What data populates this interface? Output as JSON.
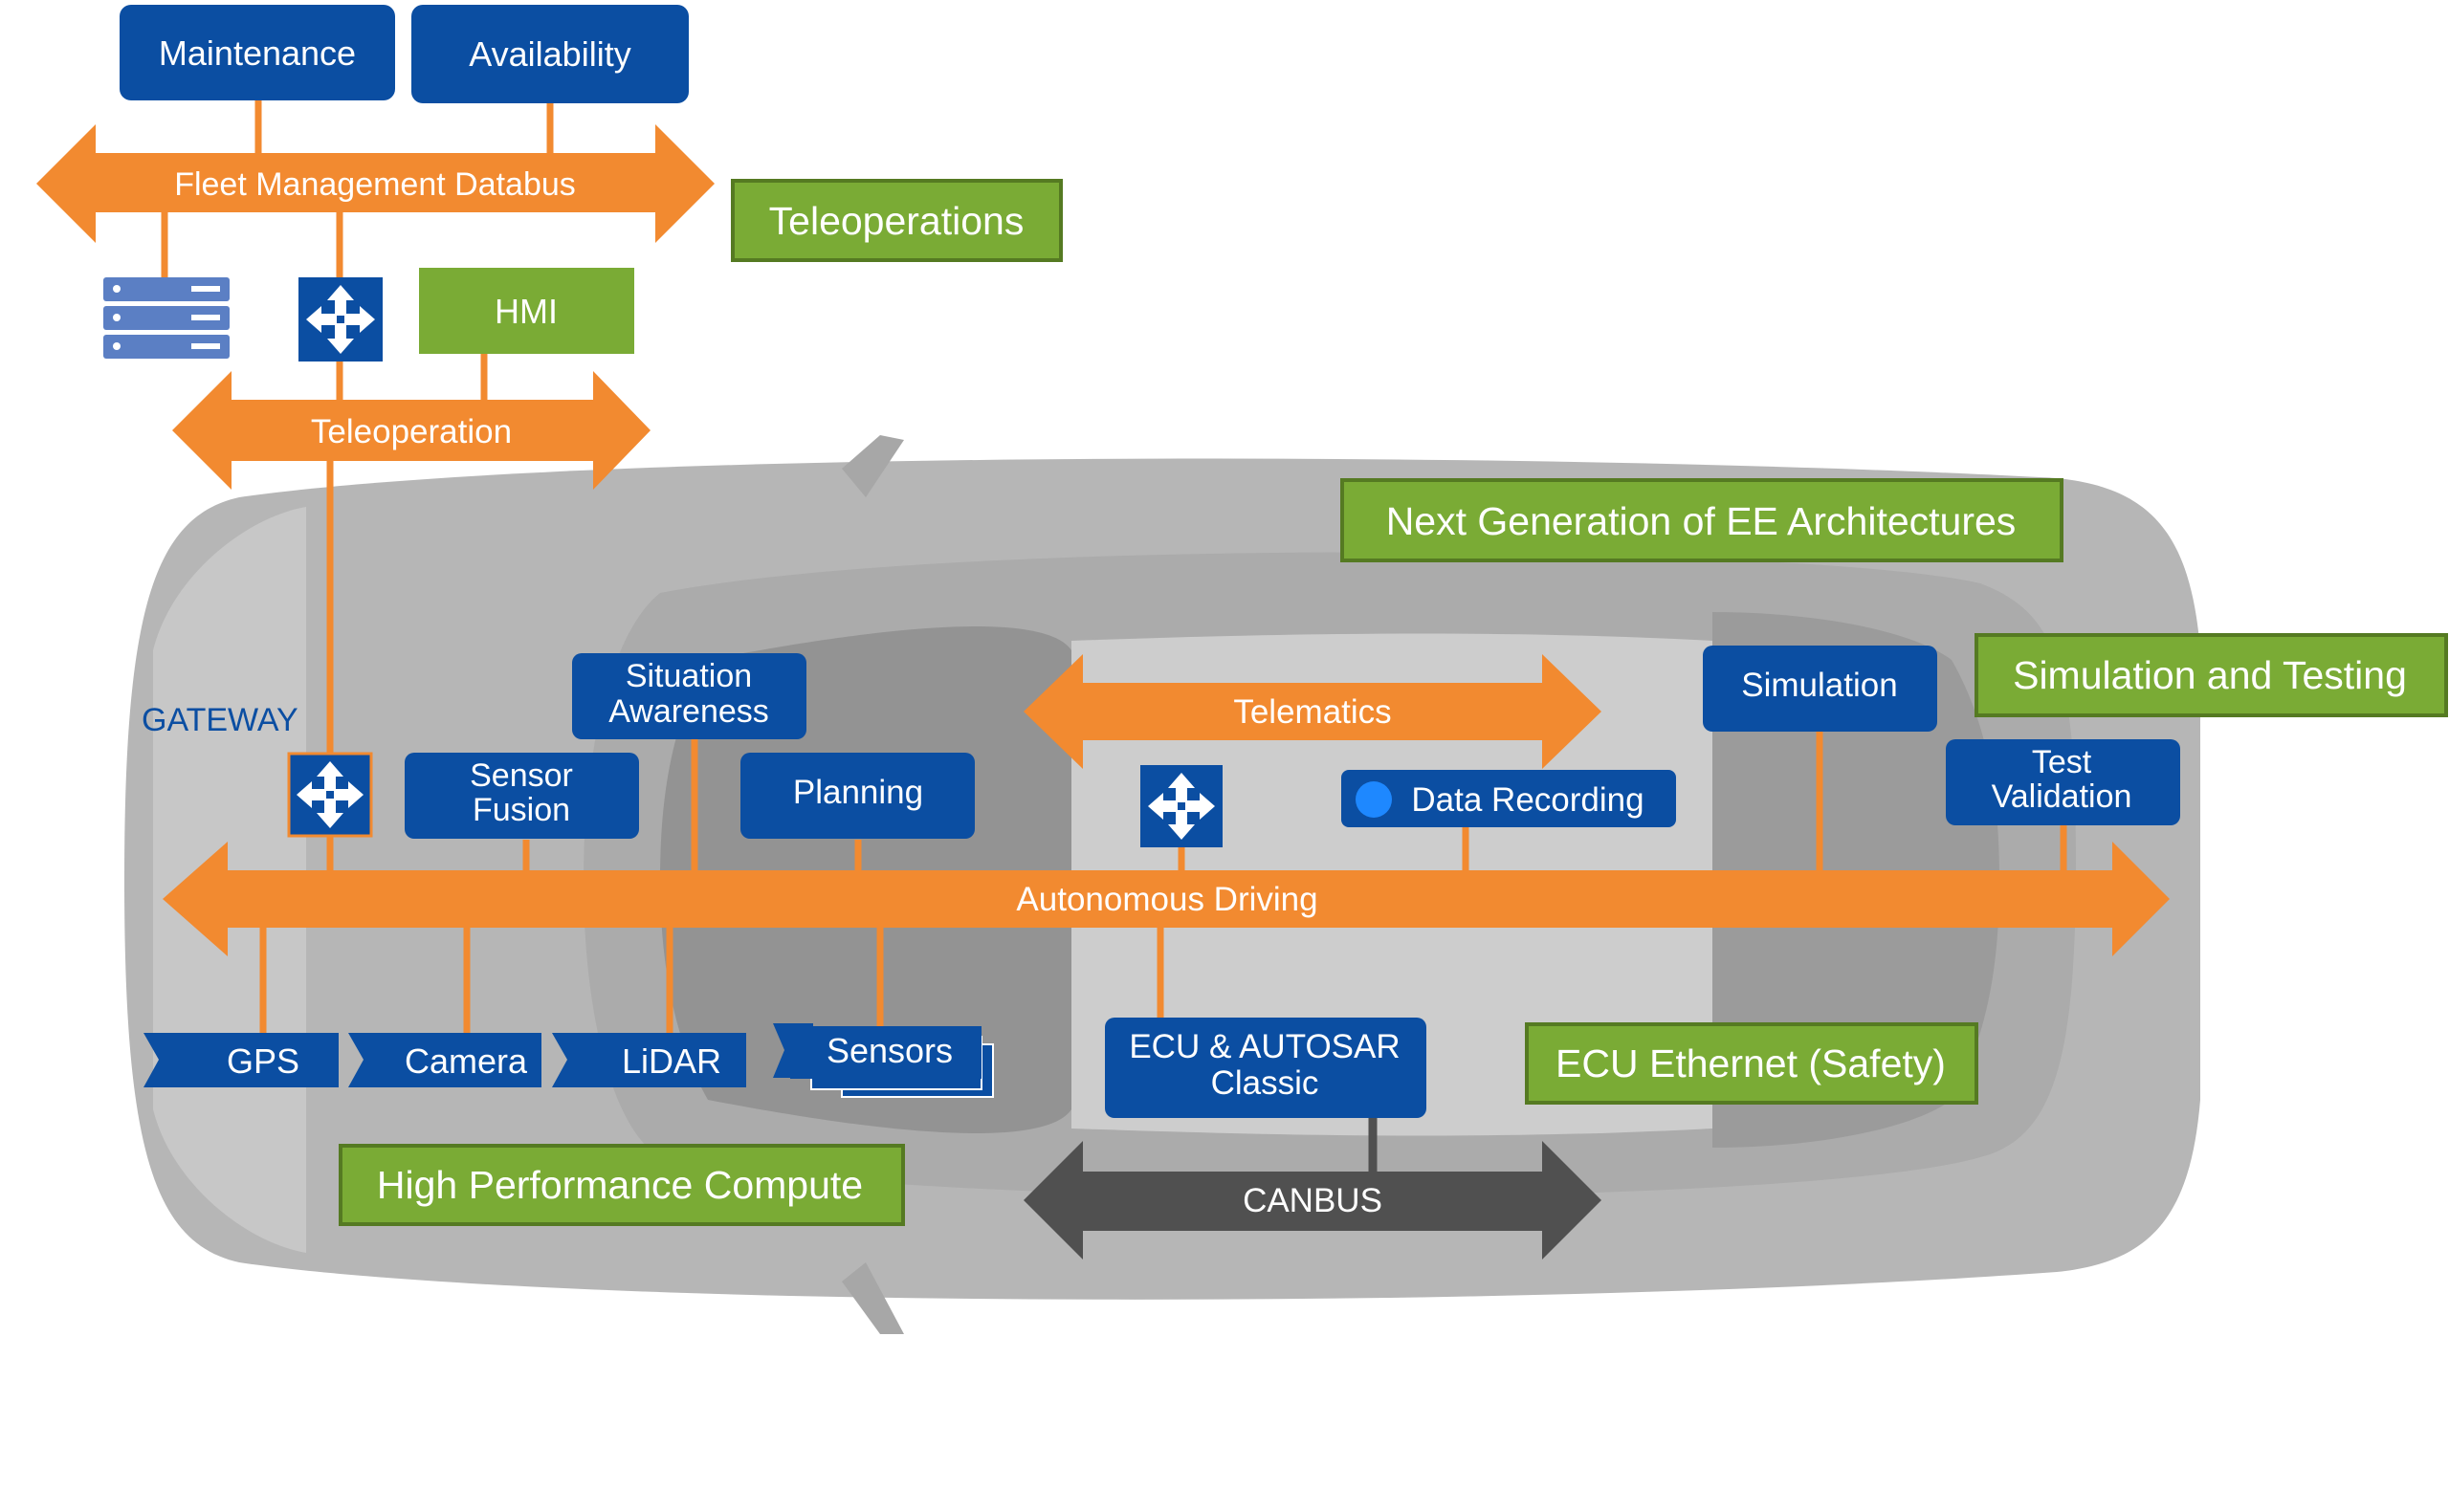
{
  "top_boxes": {
    "maintenance": "Maintenance",
    "availability": "Availability"
  },
  "buses": {
    "fleet": "Fleet Management Databus",
    "teleoperation": "Teleoperation",
    "telematics": "Telematics",
    "autonomous": "Autonomous Driving",
    "canbus": "CANBUS"
  },
  "green_labels": {
    "teleoperations": "Teleoperations",
    "next_gen": "Next Generation of EE Architectures",
    "simulation_testing": "Simulation and Testing",
    "ecu_ethernet": "ECU Ethernet (Safety)",
    "hpc": "High Performance Compute",
    "hmi": "HMI"
  },
  "gateway": "GATEWAY",
  "blue_boxes": {
    "situation": [
      "Situation",
      "Awareness"
    ],
    "sensor_fusion": [
      "Sensor",
      "Fusion"
    ],
    "planning": "Planning",
    "data_recording": "Data Recording",
    "simulation": "Simulation",
    "test_validation": [
      "Test",
      "Validation"
    ],
    "gps": "GPS",
    "camera": "Camera",
    "lidar": "LiDAR",
    "sensors": "Sensors",
    "ecu": [
      "ECU & AUTOSAR",
      "Classic"
    ]
  },
  "colors": {
    "blue": "#0b4ea2",
    "orange": "#f28a30",
    "green": "#7aab35",
    "green_border": "#557a22",
    "dark_gray": "#505050",
    "car": "#a9a9a9"
  }
}
